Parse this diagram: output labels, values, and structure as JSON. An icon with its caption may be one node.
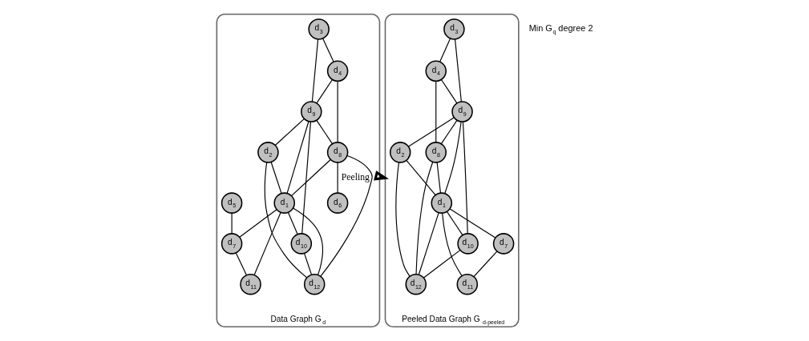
{
  "diagram": {
    "nodes": [
      {
        "text": [
          "Data Graph G$_{d}$"
        ]
      },
      {
        "text": [
          "d$_{1}$"
        ],
        "in": 0
      },
      {
        "text": [
          "d$_{2}$"
        ],
        "in": 0
      },
      {
        "text": [
          "d$_{3}$"
        ],
        "in": 0
      },
      {
        "text": [
          "d$_{4}$"
        ],
        "in": 0
      },
      {
        "text": [
          "d$_{5}$"
        ],
        "in": 0
      },
      {
        "text": [
          "d$_{6}$"
        ],
        "in": 0
      },
      {
        "text": [
          "d$_{7}$"
        ],
        "in": 0
      },
      {
        "text": [
          "d$_{8}$"
        ],
        "in": 0
      },
      {
        "text": [
          "d$_{9}$"
        ],
        "in": 0
      },
      {
        "text": [
          "d$_{10}$"
        ],
        "in": 0
      },
      {
        "text": [
          "d$_{11}$"
        ],
        "in": 0
      },
      {
        "text": [
          "d$_{12}$"
        ],
        "in": 0
      },
      {
        "text": [
          "Peeled Data Graph G$_{d-peeled}$"
        ]
      },
      {
        "text": [
          "d$_{1}$"
        ],
        "in": 13
      },
      {
        "text": [
          "d$_{2}$"
        ],
        "in": 13
      },
      {
        "text": [
          "d$_{3}$"
        ],
        "in": 13
      },
      {
        "text": [
          "d$_{4}$"
        ],
        "in": 13
      },
      {
        "text": [
          "d$_{7}$"
        ],
        "in": 13
      },
      {
        "text": [
          "d$_{8}$"
        ],
        "in": 13
      },
      {
        "text": [
          "d$_{9}$"
        ],
        "in": 13
      },
      {
        "text": [
          "d$_{10}$"
        ],
        "in": 13
      },
      {
        "text": [
          "d$_{11}$"
        ],
        "in": 13
      },
      {
        "text": [
          "d$_{12}$"
        ],
        "in": 13
      }
    ],
    "edges": [
      {
        "from": 3,
        "to": 4,
        "arrow": "none"
      },
      {
        "from": 3,
        "to": 9,
        "arrow": "none"
      },
      {
        "from": 4,
        "to": 9,
        "arrow": "none"
      },
      {
        "from": 4,
        "to": 8,
        "arrow": "none"
      },
      {
        "from": 9,
        "to": 8,
        "arrow": "none"
      },
      {
        "from": 9,
        "to": 2,
        "arrow": "none"
      },
      {
        "from": 9,
        "to": 1,
        "arrow": "none"
      },
      {
        "from": 9,
        "to": 10,
        "arrow": "none"
      },
      {
        "from": 2,
        "to": 1,
        "arrow": "none"
      },
      {
        "from": 2,
        "to": 12,
        "arrow": "none"
      },
      {
        "from": 8,
        "to": 1,
        "arrow": "none"
      },
      {
        "from": 8,
        "to": 6,
        "arrow": "none"
      },
      {
        "from": 8,
        "to": 12,
        "arrow": "none"
      },
      {
        "from": 1,
        "to": 10,
        "arrow": "none"
      },
      {
        "from": 1,
        "to": 7,
        "arrow": "none"
      },
      {
        "from": 1,
        "to": 12,
        "arrow": "none"
      },
      {
        "from": 1,
        "to": 11,
        "arrow": "none"
      },
      {
        "from": 5,
        "to": 7,
        "arrow": "none"
      },
      {
        "from": 7,
        "to": 11,
        "arrow": "none"
      },
      {
        "from": 10,
        "to": 12,
        "arrow": "none"
      },
      {
        "from": 16,
        "to": 17,
        "arrow": "none"
      },
      {
        "from": 16,
        "to": 20,
        "arrow": "none"
      },
      {
        "from": 17,
        "to": 20,
        "arrow": "none"
      },
      {
        "from": 17,
        "to": 19,
        "arrow": "none"
      },
      {
        "from": 20,
        "to": 19,
        "arrow": "none"
      },
      {
        "from": 20,
        "to": 15,
        "arrow": "none"
      },
      {
        "from": 20,
        "to": 14,
        "arrow": "none"
      },
      {
        "from": 20,
        "to": 21,
        "arrow": "none"
      },
      {
        "from": 15,
        "to": 14,
        "arrow": "none"
      },
      {
        "from": 15,
        "to": 23,
        "arrow": "none"
      },
      {
        "from": 19,
        "to": 14,
        "arrow": "none"
      },
      {
        "from": 19,
        "to": 23,
        "arrow": "none"
      },
      {
        "from": 14,
        "to": 21,
        "arrow": "none"
      },
      {
        "from": 14,
        "to": 18,
        "arrow": "none"
      },
      {
        "from": 14,
        "to": 23,
        "arrow": "none"
      },
      {
        "from": 14,
        "to": 22,
        "arrow": "none"
      },
      {
        "from": 18,
        "to": 22,
        "arrow": "none"
      },
      {
        "from": 21,
        "to": 23,
        "arrow": "none"
      },
      {
        "from": 0,
        "to": 13,
        "arrow": "to",
        "label": "Peeling",
        "style": "thick"
      }
    ],
    "labels": [
      "Min G$_{q}$ degree 2"
    ]
  }
}
